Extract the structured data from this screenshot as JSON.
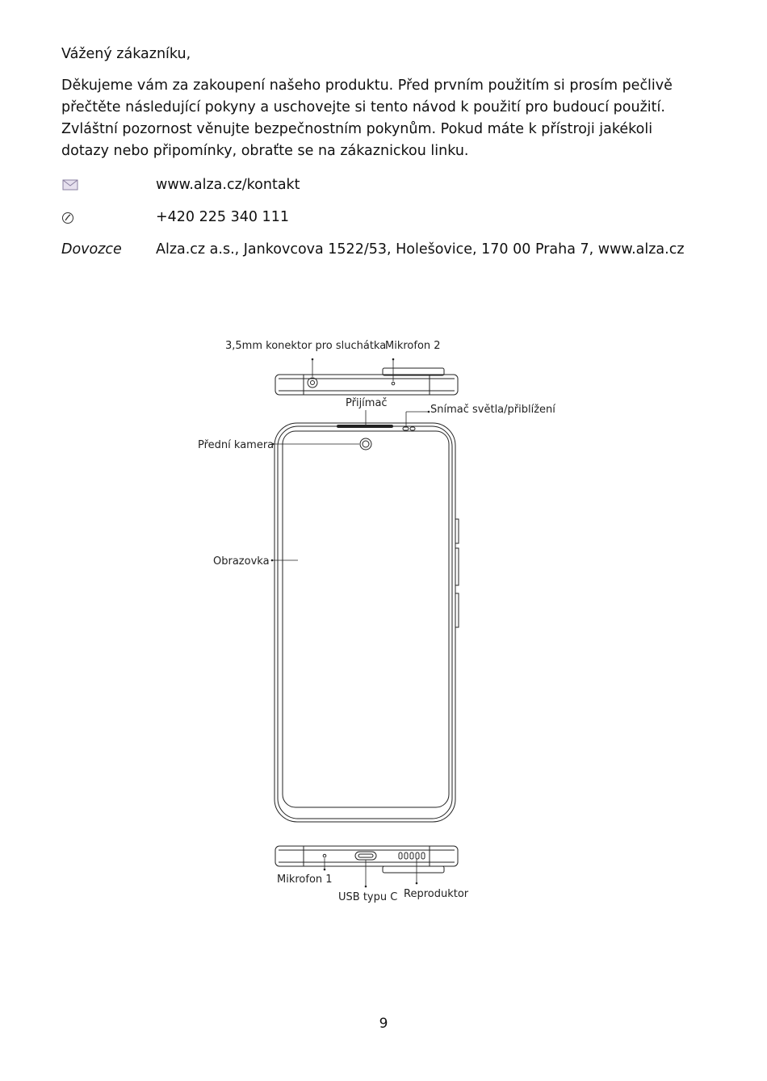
{
  "greeting": "Vážený zákazníku,",
  "intro": "Děkujeme vám za zakoupení našeho produktu. Před prvním použitím si prosím pečlivě přečtěte následující pokyny a uschovejte si tento návod k použití pro budoucí použití. Zvláštní pozornost věnujte bezpečnostním pokynům. Pokud máte k přístroji jakékoli dotazy nebo připomínky, obraťte se na zákaznickou linku.",
  "contacts": {
    "web": {
      "icon": "envelope-icon",
      "value": "www.alza.cz/kontakt"
    },
    "phone": {
      "icon": "phone-icon",
      "value": "+420 225 340 111"
    },
    "importer": {
      "label": "Dovozce",
      "value": "Alza.cz a.s., Jankovcova 1522/53, Holešovice, 170 00 Praha 7, www.alza.cz"
    }
  },
  "diagram": {
    "labels": {
      "headphone_jack": "3,5mm konektor pro sluchátka",
      "mic2": "Mikrofon 2",
      "receiver": "Přijímač",
      "sensor": "Snímač světla/přiblížení",
      "front_camera": "Přední kamera",
      "screen": "Obrazovka",
      "mic1": "Mikrofon 1",
      "usb": "USB typu C",
      "speaker": "Reproduktor"
    }
  },
  "page_number": "9"
}
